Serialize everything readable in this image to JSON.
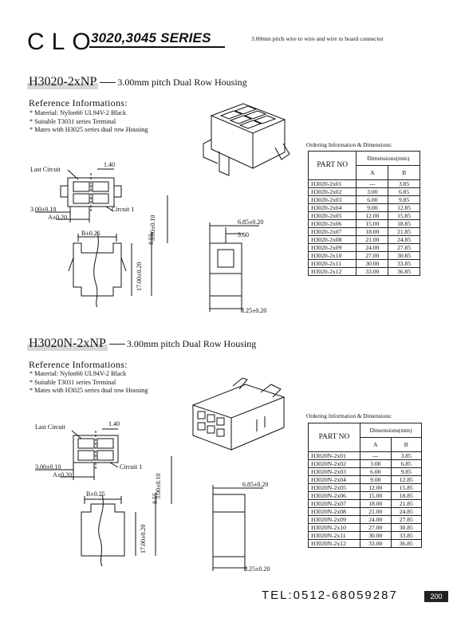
{
  "header": {
    "brand": "CLO",
    "series": "3020,3045 SERIES",
    "subtitle": "3.00mm pitch wire to wire and wire to board connector"
  },
  "sections": [
    {
      "part_number": "H3020-2xNP",
      "description": "3.00mm pitch Dual Row Housing",
      "reference_heading": "Reference Informations:",
      "reference_items": [
        "Material:  Nylon66 UL94V-2 Black",
        "Suitable T3031 series Terminal",
        "Mates with H3025 series dual row Housing"
      ],
      "drawing_labels": {
        "last_circuit": "Last Circuit",
        "circuit_1": "Circuit 1",
        "dim_140": "1.40",
        "dim_300": "3.00±0.10",
        "dim_a": "A±0.20",
        "dim_b": "B±0.25",
        "dim_300v": "3.00±0.10",
        "dim_855": "8.55",
        "dim_1700": "17.00±0.20",
        "dim_685": "6.85±0.20",
        "dim_360": "3.60",
        "dim_825": "8.25±0.20"
      },
      "table_caption": "Ordering Information & Dimensions:",
      "table_headers": {
        "part_no": "PART NO",
        "dimensions": "Dimensions(mm)",
        "a": "A",
        "b": "B"
      },
      "rows": [
        {
          "part": "H3020-2x01",
          "a": "---",
          "b": "3.85"
        },
        {
          "part": "H3020-2x02",
          "a": "3.00",
          "b": "6.85"
        },
        {
          "part": "H3020-2x03",
          "a": "6.00",
          "b": "9.85"
        },
        {
          "part": "H3020-2x04",
          "a": "9.00",
          "b": "12.85"
        },
        {
          "part": "H3020-2x05",
          "a": "12.00",
          "b": "15.85"
        },
        {
          "part": "H3020-2x06",
          "a": "15.00",
          "b": "18.85"
        },
        {
          "part": "H3020-2x07",
          "a": "18.00",
          "b": "21.85"
        },
        {
          "part": "H3020-2x08",
          "a": "21.00",
          "b": "24.85"
        },
        {
          "part": "H3020-2x09",
          "a": "24.00",
          "b": "27.85"
        },
        {
          "part": "H3020-2x10",
          "a": "27.00",
          "b": "30.85"
        },
        {
          "part": "H3020-2x11",
          "a": "30.00",
          "b": "33.85"
        },
        {
          "part": "H3020-2x12",
          "a": "33.00",
          "b": "36.85"
        }
      ]
    },
    {
      "part_number": "H3020N-2xNP",
      "description": "3.00mm pitch Dual Row Housing",
      "reference_heading": "Reference Informations:",
      "reference_items": [
        "Material:  Nylon66 UL94V-2 Black",
        "Suitable T3031 series Terminal",
        "Mates with H3025 series dual row Housing"
      ],
      "drawing_labels": {
        "last_circuit": "Last Circuit",
        "circuit_1": "Circuit 1",
        "dim_140": "1.40",
        "dim_300": "3.00±0.10",
        "dim_a": "A±0.20",
        "dim_b": "B±0.25",
        "dim_300v": "3.00±0.10",
        "dim_855": "8.55",
        "dim_1700": "17.00±0.20",
        "dim_685": "6.85±0.20",
        "dim_825": "8.25±0.20"
      },
      "table_caption": "Ordering Information & Dimensions:",
      "table_headers": {
        "part_no": "PART NO",
        "dimensions": "Dimensions(mm)",
        "a": "A",
        "b": "B"
      },
      "rows": [
        {
          "part": "H3020N-2x01",
          "a": "---",
          "b": "3.85"
        },
        {
          "part": "H3020N-2x02",
          "a": "3.00",
          "b": "6.85"
        },
        {
          "part": "H3020N-2x03",
          "a": "6.00",
          "b": "9.85"
        },
        {
          "part": "H3020N-2x04",
          "a": "9.00",
          "b": "12.85"
        },
        {
          "part": "H3020N-2x05",
          "a": "12.00",
          "b": "15.85"
        },
        {
          "part": "H3020N-2x06",
          "a": "15.00",
          "b": "18.85"
        },
        {
          "part": "H3020N-2x07",
          "a": "18.00",
          "b": "21.85"
        },
        {
          "part": "H3020N-2x08",
          "a": "21.00",
          "b": "24.85"
        },
        {
          "part": "H3020N-2x09",
          "a": "24.00",
          "b": "27.85"
        },
        {
          "part": "H3020N-2x10",
          "a": "27.00",
          "b": "30.85"
        },
        {
          "part": "H3020N-2x11",
          "a": "30.00",
          "b": "33.85"
        },
        {
          "part": "H3020N-2x12",
          "a": "33.00",
          "b": "36.85"
        }
      ]
    }
  ],
  "footer": {
    "tel": "TEL:0512-68059287",
    "page": "200"
  }
}
